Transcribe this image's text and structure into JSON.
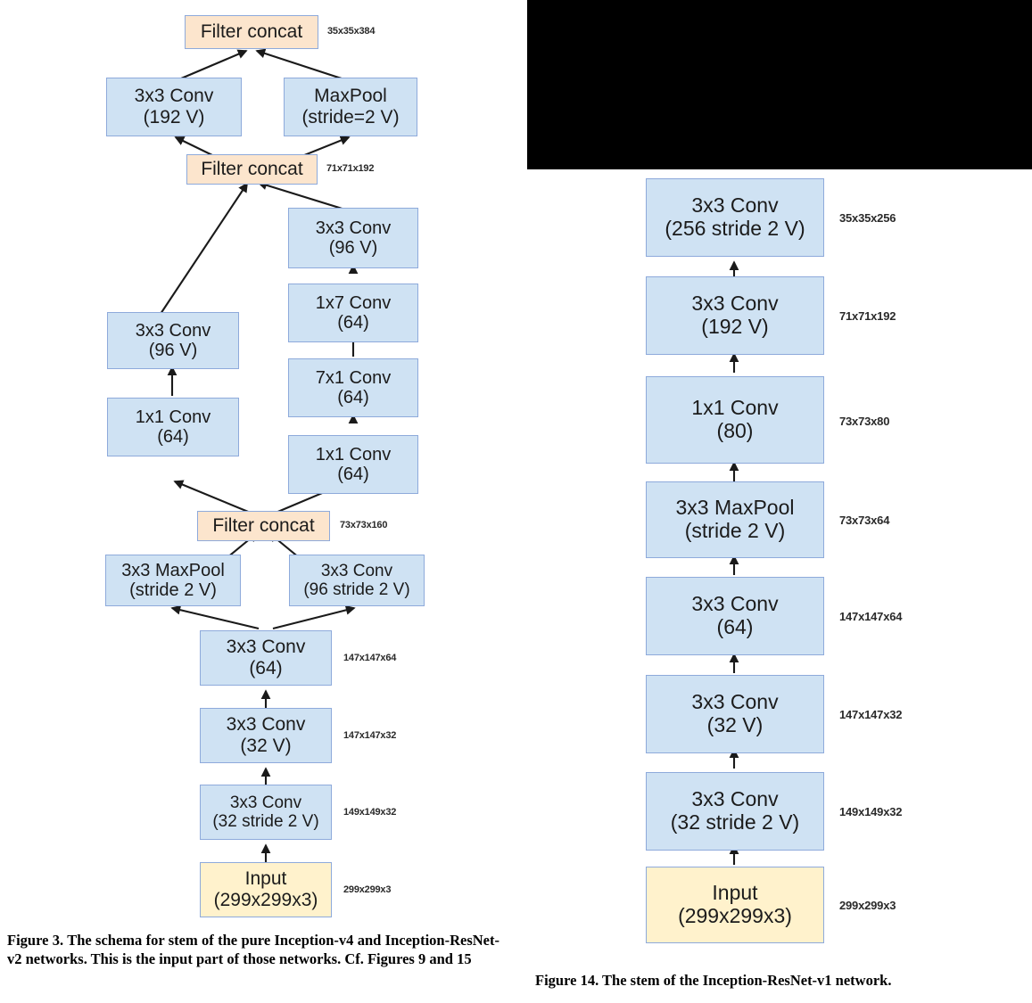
{
  "figure_left": {
    "caption": "Figure 3. The schema for stem of the pure Inception-v4 and Inception-ResNet-v2 networks. This is the input part of those networks. Cf. Figures 9 and 15",
    "nodes": [
      {
        "id": "l_concat_top",
        "line1": "Filter concat",
        "line2": "",
        "kind": "concat",
        "dim": "35x35x384"
      },
      {
        "id": "l_conv192",
        "line1": "3x3 Conv",
        "line2": "(192 V)",
        "kind": "conv",
        "dim": ""
      },
      {
        "id": "l_maxpool_s2",
        "line1": "MaxPool",
        "line2": "(stride=2 V)",
        "kind": "conv",
        "dim": ""
      },
      {
        "id": "l_concat_mid",
        "line1": "Filter concat",
        "line2": "",
        "kind": "concat",
        "dim": "71x71x192"
      },
      {
        "id": "l_conv96v_r",
        "line1": "3x3 Conv",
        "line2": "(96 V)",
        "kind": "conv",
        "dim": ""
      },
      {
        "id": "l_conv1x7",
        "line1": "1x7 Conv",
        "line2": "(64)",
        "kind": "conv",
        "dim": ""
      },
      {
        "id": "l_conv7x1",
        "line1": "7x1 Conv",
        "line2": "(64)",
        "kind": "conv",
        "dim": ""
      },
      {
        "id": "l_conv1x1_r",
        "line1": "1x1 Conv",
        "line2": "(64)",
        "kind": "conv",
        "dim": ""
      },
      {
        "id": "l_conv96v_l",
        "line1": "3x3 Conv",
        "line2": "(96 V)",
        "kind": "conv",
        "dim": ""
      },
      {
        "id": "l_conv1x1_l",
        "line1": "1x1 Conv",
        "line2": "(64)",
        "kind": "conv",
        "dim": ""
      },
      {
        "id": "l_concat_low",
        "line1": "Filter concat",
        "line2": "",
        "kind": "concat",
        "dim": "73x73x160"
      },
      {
        "id": "l_maxpool3x3",
        "line1": "3x3 MaxPool",
        "line2": "(stride 2 V)",
        "kind": "conv",
        "dim": ""
      },
      {
        "id": "l_conv96s2",
        "line1": "3x3 Conv",
        "line2": "(96 stride 2 V)",
        "kind": "conv",
        "dim": ""
      },
      {
        "id": "l_conv64",
        "line1": "3x3 Conv",
        "line2": "(64)",
        "kind": "conv",
        "dim": "147x147x64"
      },
      {
        "id": "l_conv32v",
        "line1": "3x3 Conv",
        "line2": "(32 V)",
        "kind": "conv",
        "dim": "147x147x32"
      },
      {
        "id": "l_conv32s2",
        "line1": "3x3 Conv",
        "line2": "(32 stride 2 V)",
        "kind": "conv",
        "dim": "149x149x32"
      },
      {
        "id": "l_input",
        "line1": "Input",
        "line2": "(299x299x3)",
        "kind": "input",
        "dim": "299x299x3"
      }
    ]
  },
  "figure_right": {
    "caption": "Figure 14. The stem of the Inception-ResNet-v1 network.",
    "nodes": [
      {
        "id": "r_conv256s2",
        "line1": "3x3 Conv",
        "line2": "(256 stride 2 V)",
        "kind": "conv",
        "dim": "35x35x256"
      },
      {
        "id": "r_conv192v",
        "line1": "3x3 Conv",
        "line2": "(192 V)",
        "kind": "conv",
        "dim": "71x71x192"
      },
      {
        "id": "r_conv1x1_80",
        "line1": "1x1 Conv",
        "line2": "(80)",
        "kind": "conv",
        "dim": "73x73x80"
      },
      {
        "id": "r_maxpool",
        "line1": "3x3 MaxPool",
        "line2": "(stride 2 V)",
        "kind": "conv",
        "dim": "73x73x64"
      },
      {
        "id": "r_conv64",
        "line1": "3x3 Conv",
        "line2": "(64)",
        "kind": "conv",
        "dim": "147x147x64"
      },
      {
        "id": "r_conv32v",
        "line1": "3x3 Conv",
        "line2": "(32 V)",
        "kind": "conv",
        "dim": "147x147x32"
      },
      {
        "id": "r_conv32s2",
        "line1": "3x3 Conv",
        "line2": "(32 stride 2 V)",
        "kind": "conv",
        "dim": "149x149x32"
      },
      {
        "id": "r_input",
        "line1": "Input",
        "line2": "(299x299x3)",
        "kind": "input",
        "dim": "299x299x3"
      }
    ]
  },
  "colors": {
    "conv_fill": "#cfe2f3",
    "concat_fill": "#fce5cd",
    "input_fill": "#fff2cc",
    "box_border": "#8eaadb",
    "arrow": "#1a1a1a",
    "redaction": "#000000",
    "text": "#1b1b1b"
  }
}
